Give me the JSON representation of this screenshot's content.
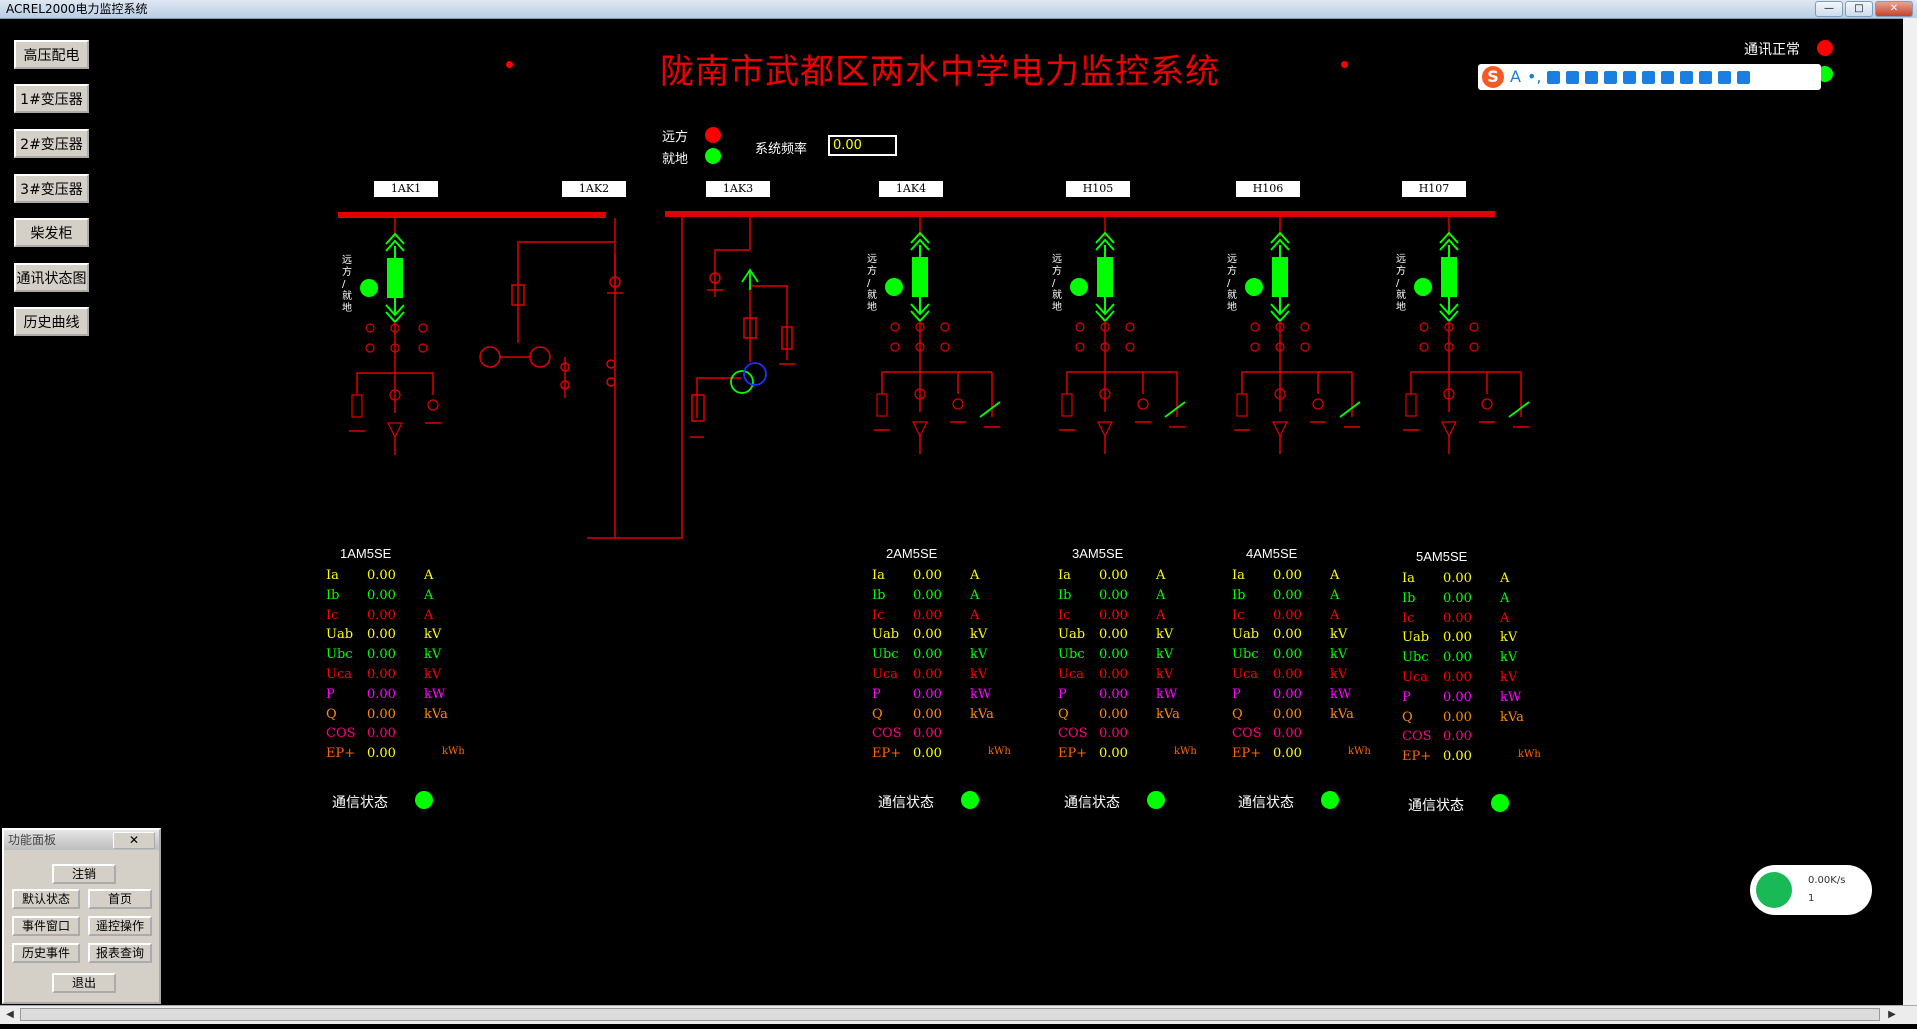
{
  "window": {
    "title": "ACREL2000电力监控系统",
    "min": "—",
    "max": "□",
    "close": "✕"
  },
  "nav": [
    "高压配电",
    "1#变压器",
    "2#变压器",
    "3#变压器",
    "柴发柜",
    "通讯状态图",
    "历史曲线"
  ],
  "title": "陇南市武都区两水中学电力监控系统",
  "status": {
    "comm_label": "通讯正常"
  },
  "control": {
    "remote": "远方",
    "local": "就地",
    "freq_label": "系统频率",
    "freq_value": "0.00"
  },
  "bus_labels": [
    "1AK1",
    "1AK2",
    "1AK3",
    "1AK4",
    "H105",
    "H106",
    "H107"
  ],
  "feeder_text": [
    "远",
    "方",
    "/",
    "就",
    "地"
  ],
  "meter_rows": [
    {
      "label": "Ia",
      "unit": "A",
      "lc": "#ffff00",
      "vc": "#ffff00",
      "uc": "#ffff00"
    },
    {
      "label": "Ib",
      "unit": "A",
      "lc": "#00ff00",
      "vc": "#00ff00",
      "uc": "#00ff00"
    },
    {
      "label": "Ic",
      "unit": "A",
      "lc": "#ff0000",
      "vc": "#ff0000",
      "uc": "#ff0000"
    },
    {
      "label": "Uab",
      "unit": "kV",
      "lc": "#ffff00",
      "vc": "#ffff00",
      "uc": "#ffff00"
    },
    {
      "label": "Ubc",
      "unit": "kV",
      "lc": "#00ff00",
      "vc": "#00ff00",
      "uc": "#00ff00"
    },
    {
      "label": "Uca",
      "unit": "kV",
      "lc": "#ff0000",
      "vc": "#ff0000",
      "uc": "#ff0000"
    },
    {
      "label": "P",
      "unit": "kW",
      "lc": "#ff00ff",
      "vc": "#ff00ff",
      "uc": "#ff00ff"
    },
    {
      "label": "Q",
      "unit": "kVa",
      "lc": "#ff8c00",
      "vc": "#ff8c00",
      "uc": "#ff8c00"
    },
    {
      "label": "COS",
      "unit": "",
      "lc": "#ff0080",
      "vc": "#ff0080",
      "uc": "#ff0080"
    },
    {
      "label": "EP+",
      "unit": "kWh",
      "lc": "#ff6600",
      "vc": "#ffff00",
      "uc": "#ff6600"
    }
  ],
  "meters": [
    {
      "name": "1AM5SE",
      "value": "0.00",
      "comm": "通信状态"
    },
    {
      "name": "2AM5SE",
      "value": "0.00",
      "comm": "通信状态"
    },
    {
      "name": "3AM5SE",
      "value": "0.00",
      "comm": "通信状态"
    },
    {
      "name": "4AM5SE",
      "value": "0.00",
      "comm": "通信状态"
    },
    {
      "name": "5AM5SE",
      "value": "0.00",
      "comm": "通信状态"
    }
  ],
  "panel": {
    "title": "功能面板",
    "close": "✕",
    "buttons": [
      "注销",
      "默认状态",
      "首页",
      "事件窗口",
      "遥控操作",
      "历史事件",
      "报表查询",
      "退出"
    ]
  },
  "net_widget": {
    "speed": "0.00K/s",
    "count": "1"
  },
  "colors": {
    "bus": "#e00000",
    "line": "#e00000",
    "breaker": "#00ff00",
    "lamp_on": "#00ff00",
    "lamp_alarm": "#ff0000"
  }
}
